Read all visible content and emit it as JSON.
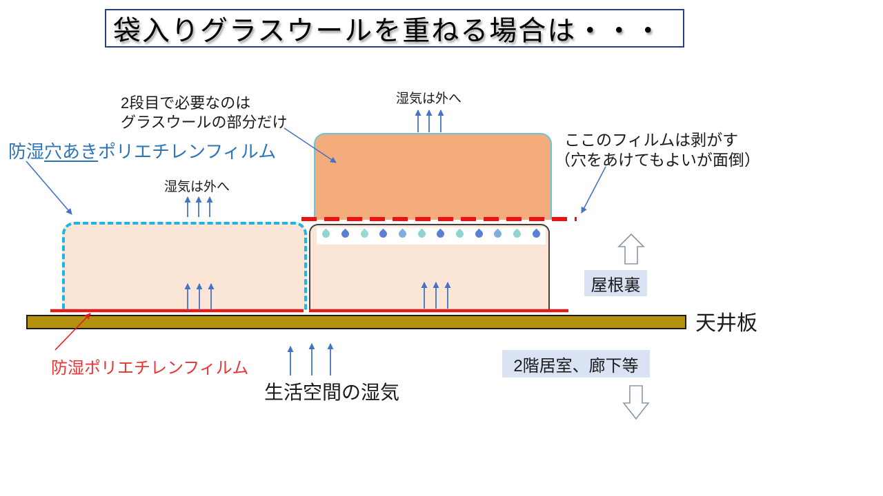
{
  "title": "袋入りグラスウールを重ねる場合は・・・",
  "notes": {
    "second_layer_line1": "2段目で必要なのは",
    "second_layer_line2": "グラスウールの部分だけ",
    "moisture_out_top": "湿気は外へ",
    "moisture_out_left": "湿気は外へ",
    "peel_film_line1": "ここのフィルムは剥がす",
    "peel_film_line2": "（穴をあけてもよいが面倒）",
    "living_moisture": "生活空間の湿気"
  },
  "labels": {
    "perforated_film_prefix": "防湿",
    "perforated_film_underlined": "穴あき",
    "perforated_film_suffix": "ポリエチレンフィルム",
    "moisture_film": "防湿ポリエチレンフィルム",
    "ceiling_board": "天井板",
    "attic": "屋根裏",
    "room": "2階居室、廊下等"
  },
  "colors": {
    "title_border": "#24408E",
    "blue_label_text": "#2E75B6",
    "red_label_text": "#ED3333",
    "arrow_blue": "#4472C4",
    "film_red_solid": "#E21A1A",
    "film_red_dashed": "#EE1111",
    "perforated_film_cyan": "#1FB4E6",
    "glasswool_fill": "#F4AC7D",
    "bag_fill": "#FBE5D6",
    "ceiling_fill": "#B3900D",
    "tag_fill": "#DAE3F3",
    "hollow_arrow_stroke": "#8A96A8"
  },
  "droplets": {
    "colors": [
      "#8FD4CE",
      "#5C7FD6",
      "#9AD8D2",
      "#5C7FD6",
      "#7FAEDC",
      "#8FD4CE",
      "#5C7FD6",
      "#8FD4CE",
      "#5C7FD6",
      "#7FAEDC",
      "#8FD4CE",
      "#5C7FD6"
    ]
  }
}
